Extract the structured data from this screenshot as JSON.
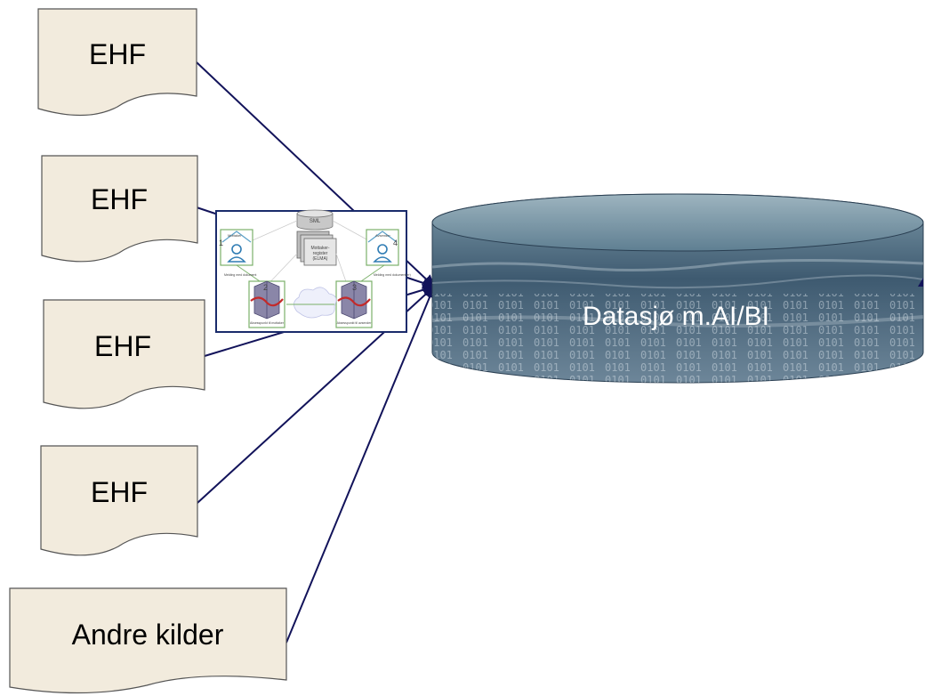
{
  "sources": [
    {
      "label": "EHF"
    },
    {
      "label": "EHF"
    },
    {
      "label": "EHF"
    },
    {
      "label": "EHF"
    },
    {
      "label": "Andre kilder"
    }
  ],
  "data_lake": {
    "label": "Datasjø m.AI/BI"
  },
  "network_figure": {
    "top_db": "SML",
    "register": "Mottaker-\nregister\n(ELMA)",
    "left_party": "Mottaker",
    "right_party": "Avsender",
    "left_num": "1",
    "right_num": "4",
    "left_ap_num": "2",
    "right_ap_num": "3",
    "left_msg": "Melding med\ndokument",
    "right_msg": "Melding med\ndokument(er)",
    "left_ap": "Aksesspunkt\ntil mottaker",
    "right_ap": "Aksesspunkt\ntil avsender"
  },
  "colors": {
    "doc_fill": "#f2ebdd",
    "doc_stroke": "#555555",
    "arrow": "#12135a",
    "lake_top": "#6f8fa0",
    "lake_body": "#44637a"
  }
}
